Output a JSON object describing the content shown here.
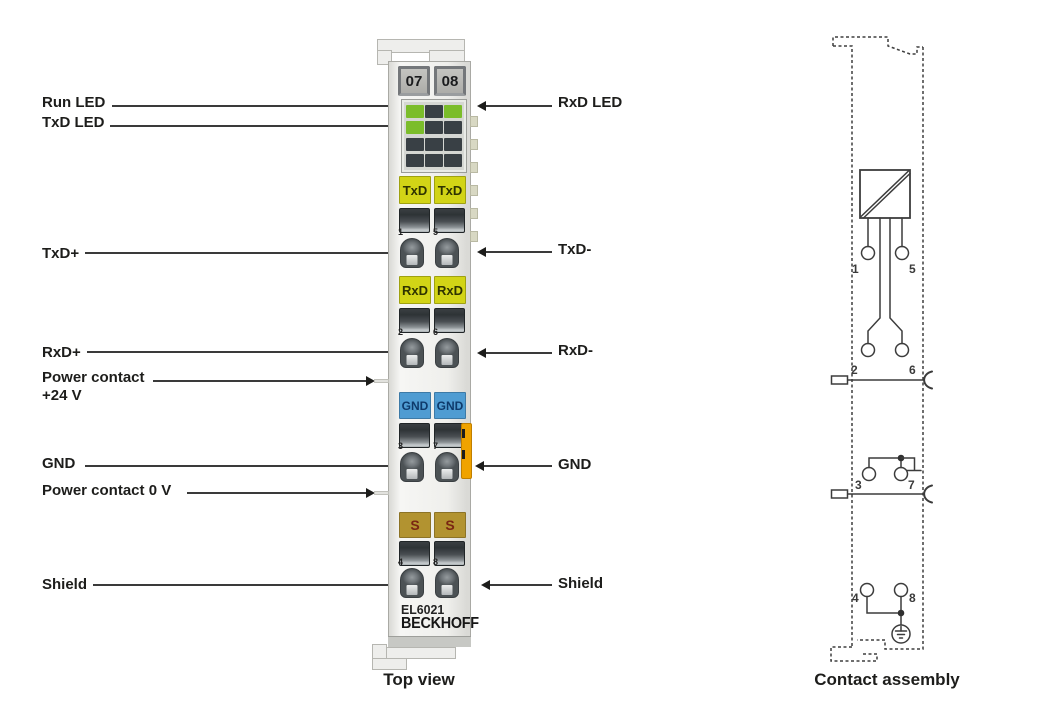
{
  "labels": {
    "run_led": "Run LED",
    "txd_led": "TxD LED",
    "txd_plus": "TxD+",
    "rxd_plus": "RxD+",
    "power_contact_24v_line1": "Power contact",
    "power_contact_24v_line2": "+24 V",
    "gnd_left": "GND",
    "power_contact_0v": "Power contact 0 V",
    "shield_left": "Shield",
    "rxd_led": "RxD LED",
    "txd_minus": "TxD-",
    "rxd_minus": "RxD-",
    "gnd_right": "GND",
    "shield_right": "Shield"
  },
  "module": {
    "slot_left": "07",
    "slot_right": "08",
    "signals": {
      "txd": "TxD",
      "rxd": "RxD",
      "gnd": "GND",
      "shield": "S"
    },
    "pins": {
      "p1": "1",
      "p2": "2",
      "p3": "3",
      "p4": "4",
      "p5": "5",
      "p6": "6",
      "p7": "7",
      "p8": "8"
    },
    "model": "EL6021",
    "brand": "BECKHOFF"
  },
  "leds": {
    "rows": [
      [
        "on",
        "off",
        "on"
      ],
      [
        "on",
        "off",
        "off"
      ],
      [
        "off",
        "off",
        "off"
      ],
      [
        "off",
        "off",
        "off"
      ]
    ]
  },
  "colors": {
    "led_green": "#7bbd2a",
    "led_off": "#394045",
    "label_yellow": "#d2d416",
    "label_blue": "#4f9cd2",
    "label_olive": "#b29330",
    "tab_orange": "#f0a300"
  },
  "captions": {
    "top_view": "Top view",
    "contact_assembly": "Contact assembly"
  }
}
